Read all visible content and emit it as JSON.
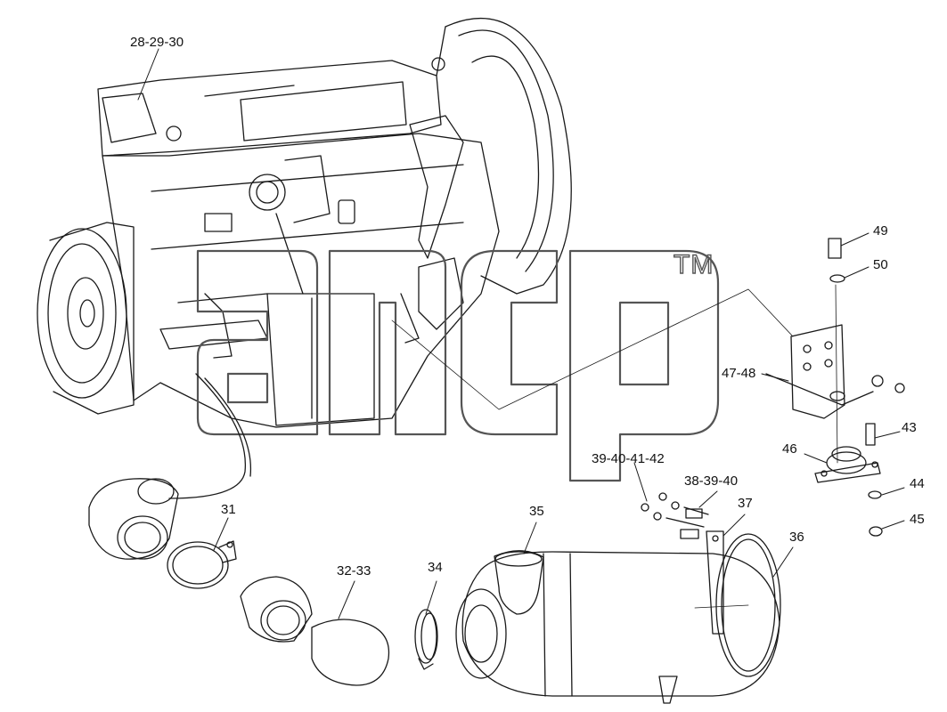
{
  "watermark": {
    "tm": "TM",
    "logo_letters": "ancp"
  },
  "callouts": {
    "c_28_29_30": "28-29-30",
    "c_31": "31",
    "c_32_33": "32-33",
    "c_34": "34",
    "c_35": "35",
    "c_36": "36",
    "c_37": "37",
    "c_38_39_40": "38-39-40",
    "c_39_40_41_42": "39-40-41-42",
    "c_43": "43",
    "c_44": "44",
    "c_45": "45",
    "c_46": "46",
    "c_47_48": "47-48",
    "c_49": "49",
    "c_50": "50"
  },
  "colors": {
    "line": "#1a1a1a",
    "watermark": "#555555",
    "background": "#ffffff"
  }
}
